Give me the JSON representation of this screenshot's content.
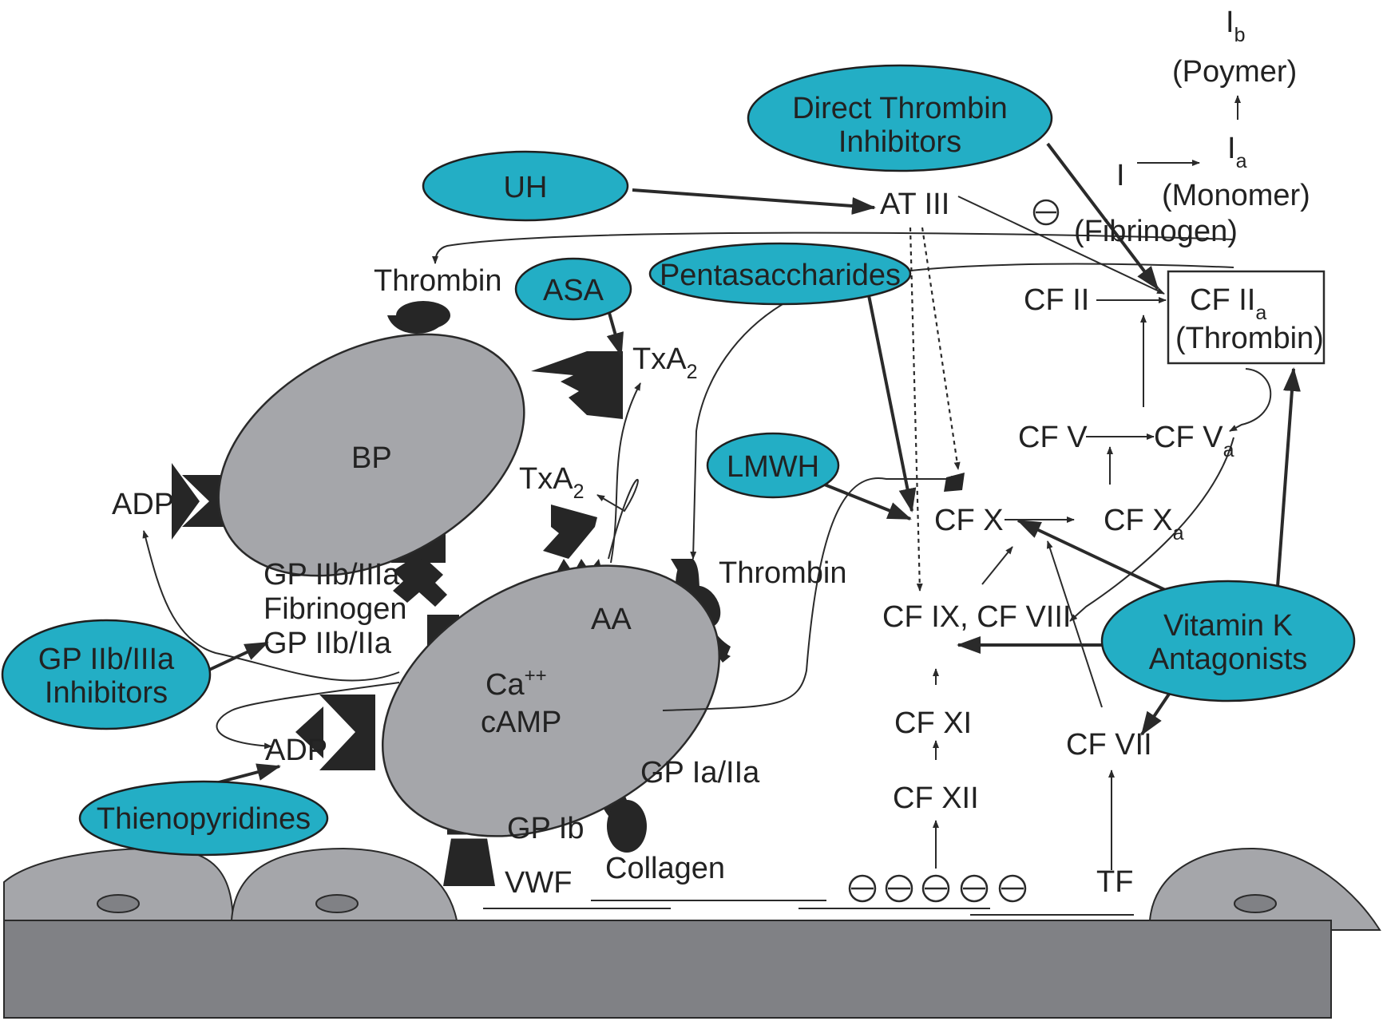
{
  "colors": {
    "drug_fill": "#23aec5",
    "cell_fill": "#a5a6aa",
    "vessel_fill": "#808185",
    "receptor_fill": "#262626",
    "line": "#2a2a2a"
  },
  "drugs": {
    "direct_thrombin_line1": "Direct Thrombin",
    "direct_thrombin_line2": "Inhibitors",
    "uh": "UH",
    "asa": "ASA",
    "pentasaccharides": "Pentasaccharides",
    "lmwh": "LMWH",
    "gp_inhib_line1": "GP IIb/IIIa",
    "gp_inhib_line2": "Inhibitors",
    "vitk_line1": "Vitamin K",
    "vitk_line2": "Antagonists",
    "thienopyridines": "Thienopyridines"
  },
  "platelet": {
    "bp": "BP",
    "ca": "Ca",
    "ca_sup": "++",
    "camp": "cAMP",
    "aa": "AA"
  },
  "labels": {
    "thrombin_top": "Thrombin",
    "txa_top": "TxA",
    "txa_top_sub": "2",
    "txa_mid": "TxA",
    "txa_mid_sub": "2",
    "adp_top": "ADP",
    "adp_bottom": "ADP",
    "gp_iib_iiia": "GP IIb/IIIa",
    "fibrinogen_bridge": "Fibrinogen",
    "gp_iib_iia": "GP IIb/IIa",
    "thrombin_mid": "Thrombin",
    "gp_ia_iia": "GP Ia/IIa",
    "gp_ib": "GP Ib",
    "vwf": "VWF",
    "collagen": "Collagen",
    "tf": "TF"
  },
  "cascade": {
    "i_b": "I",
    "i_b_sub": "b",
    "polymer": "(Poymer)",
    "i": "I",
    "i_a": "I",
    "i_a_sub": "a",
    "monomer": "(Monomer)",
    "at3": "AT III",
    "fibrinogen": "(Fibrinogen)",
    "cf2": "CF II",
    "cf2a": "CF II",
    "cf2a_sub": "a",
    "thrombin_box": "(Thrombin)",
    "cf5": "CF V",
    "cf5a": "CF V",
    "cf5a_sub": "a",
    "cf10": "CF X",
    "cf10a": "CF X",
    "cf10a_sub": "a",
    "cf9_8": "CF IX, CF VIII",
    "cf11": "CF XI",
    "cf12": "CF XII",
    "cf7": "CF VII"
  }
}
